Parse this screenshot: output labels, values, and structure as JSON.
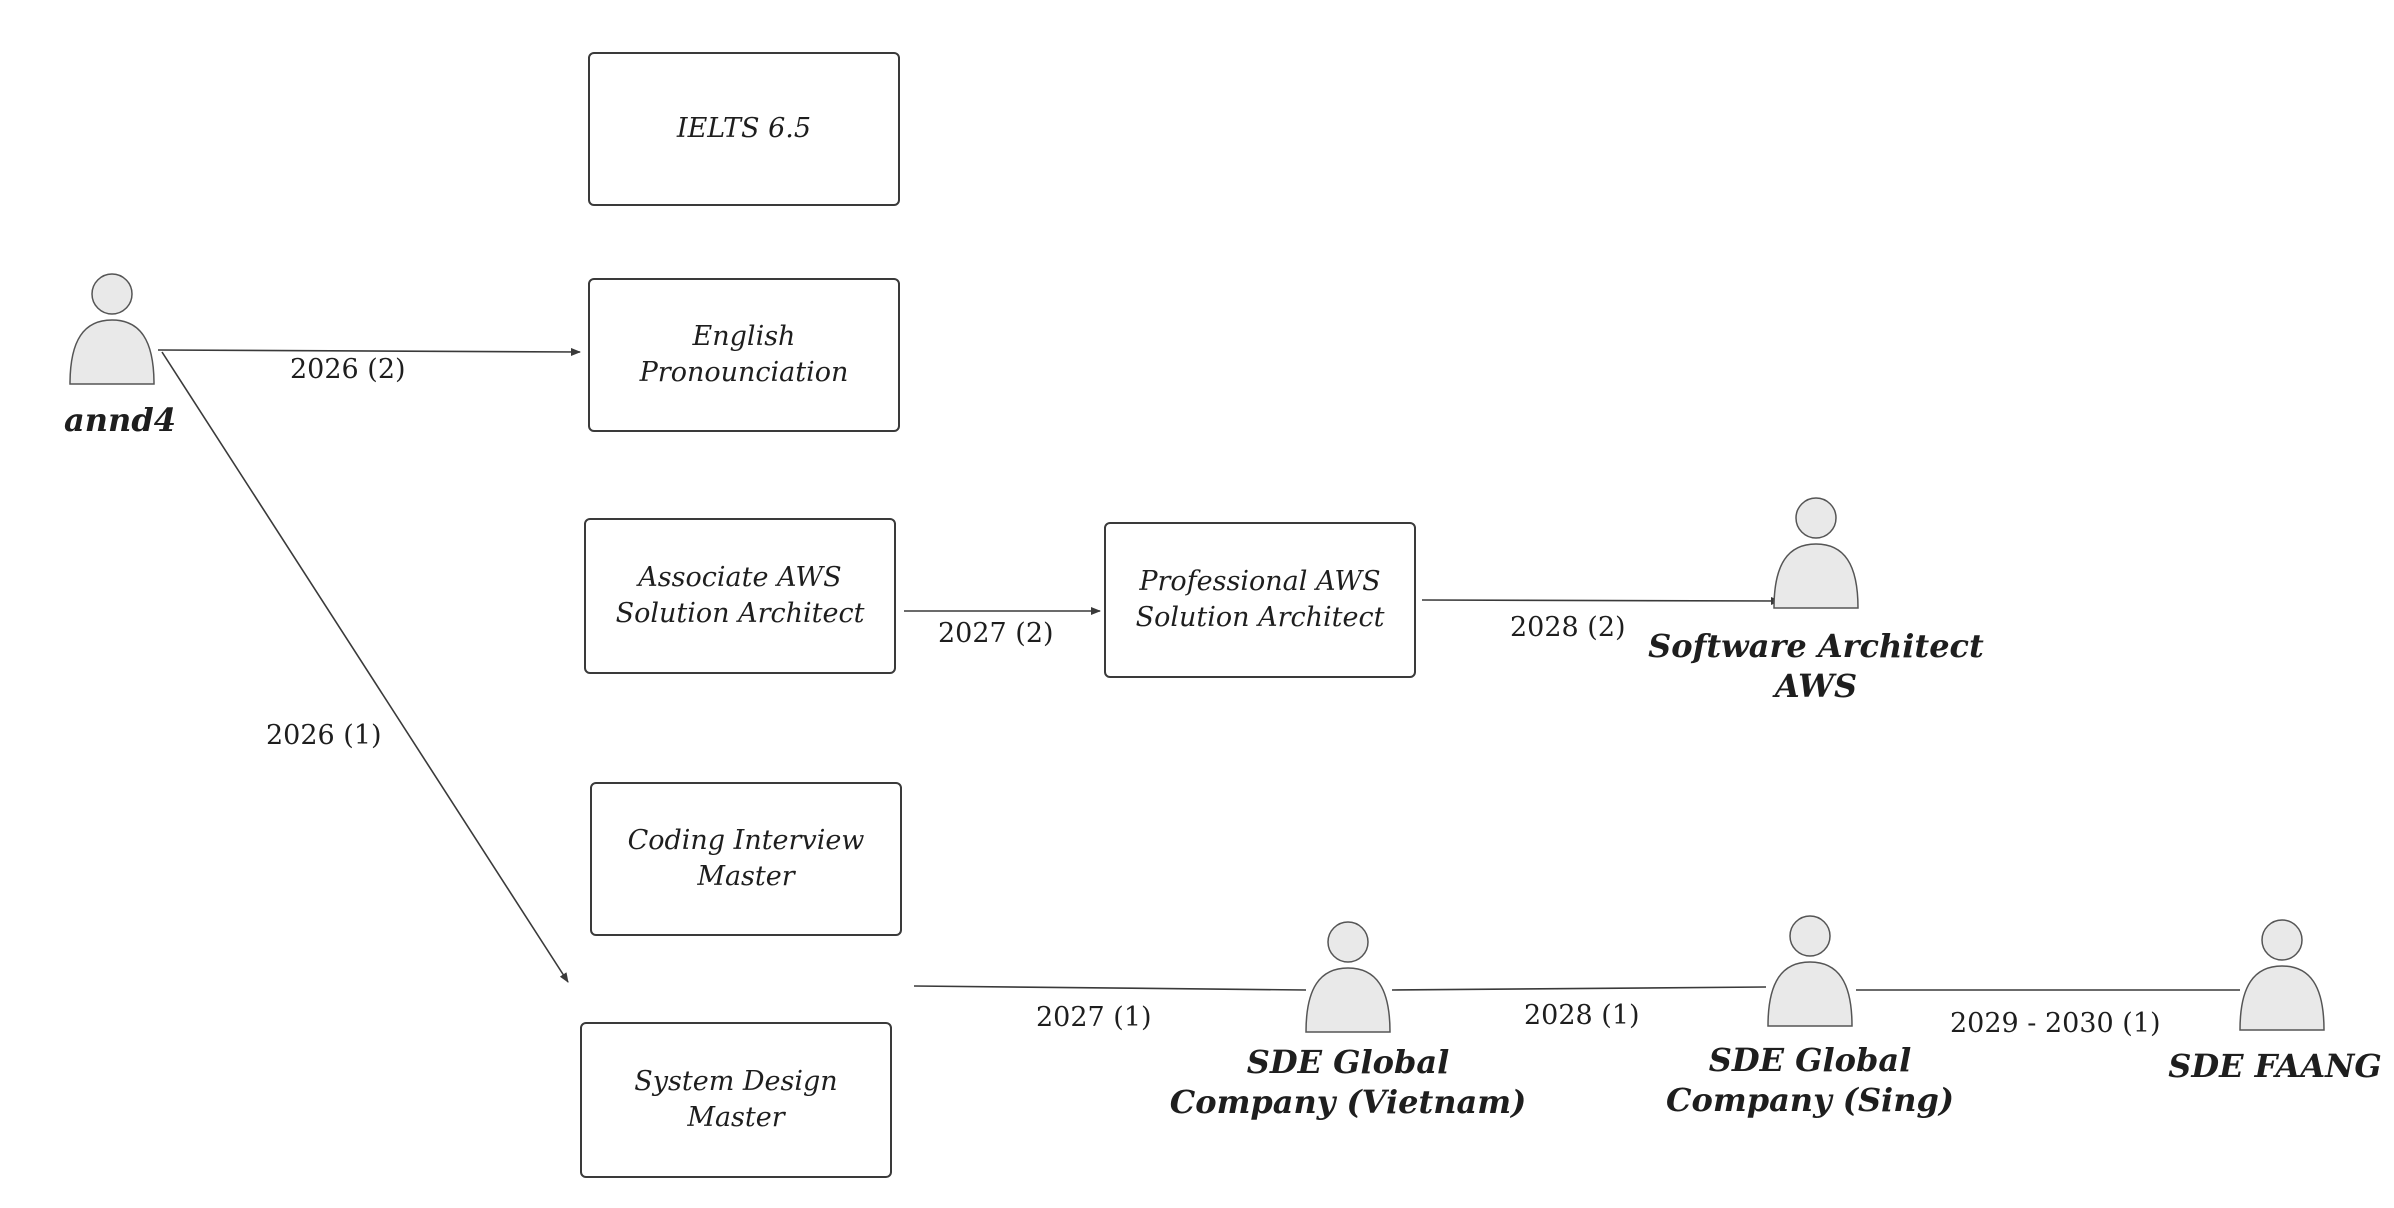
{
  "boxes": {
    "ielts": "IELTS 6.5",
    "english": "English\nPronounciation",
    "assoc_aws": "Associate AWS\nSolution Architect",
    "pro_aws": "Professional AWS\nSolution Architect",
    "coding": "Coding Interview\nMaster",
    "system_design": "System Design\nMaster"
  },
  "actors": {
    "annd4": "annd4",
    "sw_architect": "Software Architect\nAWS",
    "sde_vietnam": "SDE Global\nCompany (Vietnam)",
    "sde_sing": "SDE Global\nCompany (Sing)",
    "sde_faang": "SDE FAANG"
  },
  "edges": {
    "annd4_to_english": "2026 (2)",
    "annd4_to_system_design": "2026 (1)",
    "assoc_to_pro": "2027 (2)",
    "pro_to_sw_architect": "2028 (2)",
    "system_design_to_vietnam": "2027 (1)",
    "vietnam_to_sing": "2028 (1)",
    "sing_to_faang": "2029 - 2030 (1)"
  },
  "colors": {
    "stroke": "#3a3a3a",
    "text": "#1e1e1e",
    "actor_fill": "#e9e9e9"
  },
  "icons": {
    "actor": "person-icon"
  }
}
